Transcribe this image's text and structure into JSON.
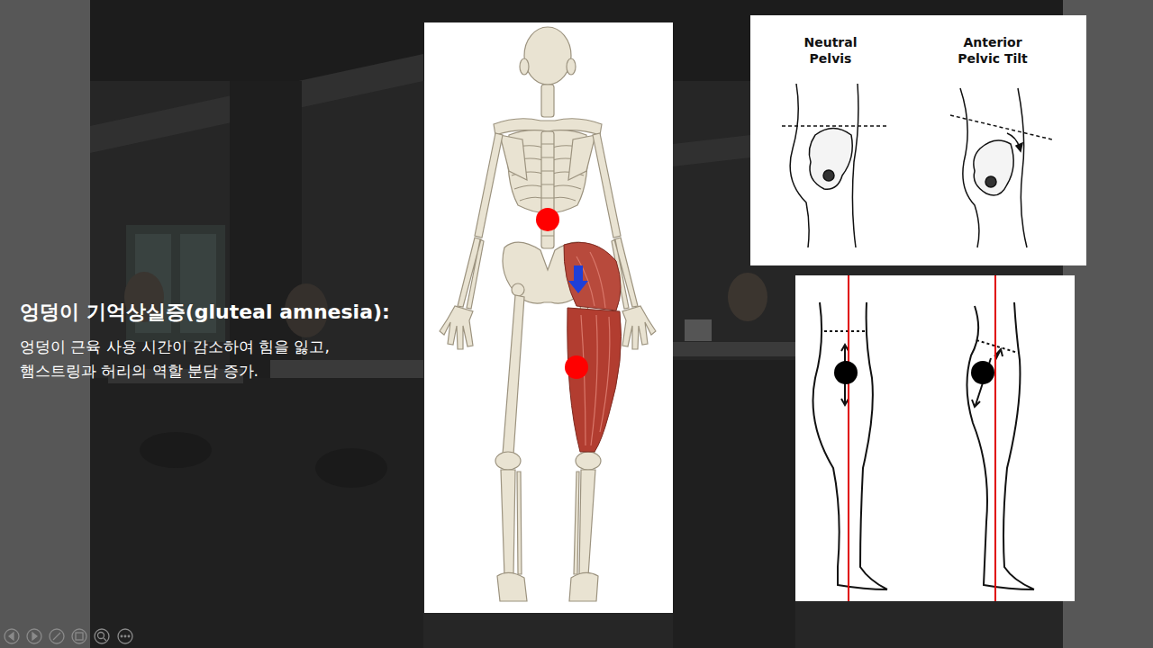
{
  "diagram": {
    "title": "엉덩이 기억상실증(gluteal amnesia):",
    "labels": [
      "엉덩이 근육 사용 시간이 감소하여 힘을 잃고, 햄스트링과 허리의 역할 분담 증가.",
      "Neutral Pelvis",
      "Anterior Pelvic Tilt"
    ]
  }
}
